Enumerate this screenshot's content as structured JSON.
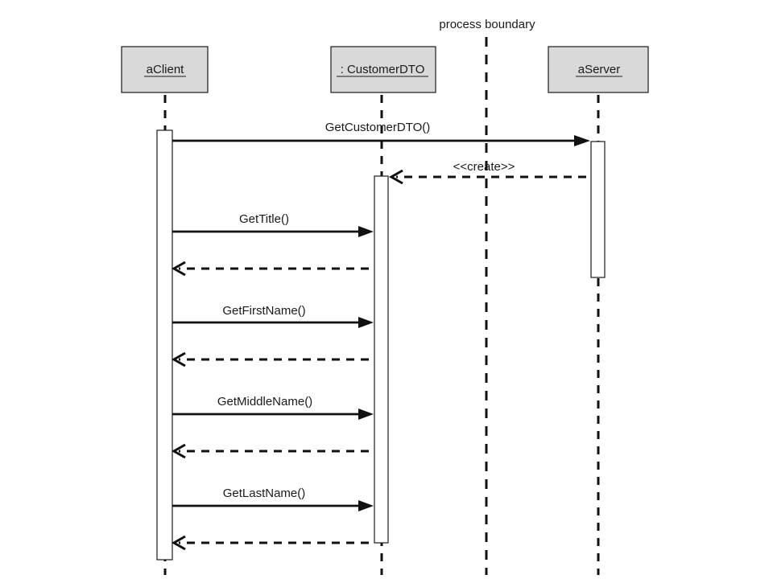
{
  "diagram": {
    "boundary_label": "process boundary",
    "objects": [
      {
        "id": "client",
        "label": "aClient"
      },
      {
        "id": "dto",
        "label": ": CustomerDTO"
      },
      {
        "id": "server",
        "label": "aServer"
      }
    ],
    "messages": [
      {
        "label": "GetCustomerDTO()",
        "from": "client",
        "to": "server",
        "kind": "call"
      },
      {
        "label": "<<create>>",
        "from": "server",
        "to": "dto",
        "kind": "create"
      },
      {
        "label": "GetTitle()",
        "from": "client",
        "to": "dto",
        "kind": "call"
      },
      {
        "label": "",
        "from": "dto",
        "to": "client",
        "kind": "return"
      },
      {
        "label": "GetFirstName()",
        "from": "client",
        "to": "dto",
        "kind": "call"
      },
      {
        "label": "",
        "from": "dto",
        "to": "client",
        "kind": "return"
      },
      {
        "label": "GetMiddleName()",
        "from": "client",
        "to": "dto",
        "kind": "call"
      },
      {
        "label": "",
        "from": "dto",
        "to": "client",
        "kind": "return"
      },
      {
        "label": "GetLastName()",
        "from": "client",
        "to": "dto",
        "kind": "call"
      },
      {
        "label": "",
        "from": "dto",
        "to": "client",
        "kind": "return"
      }
    ]
  }
}
